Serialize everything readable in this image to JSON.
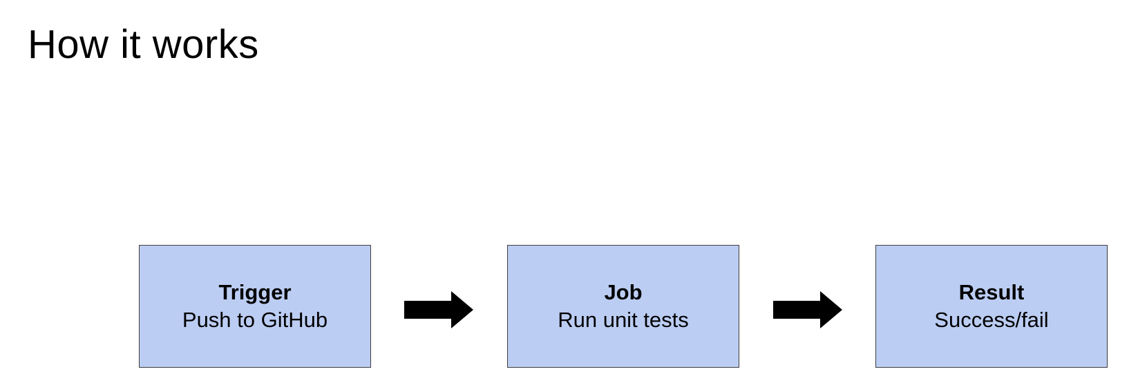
{
  "page": {
    "title": "How it works"
  },
  "colors": {
    "box_fill": "#bccdf3",
    "box_border": "#3c3c3c",
    "arrow": "#000000",
    "background": "#ffffff"
  },
  "flow": {
    "steps": [
      {
        "title": "Trigger",
        "description": "Push to GitHub"
      },
      {
        "title": "Job",
        "description": "Run unit tests"
      },
      {
        "title": "Result",
        "description": "Success/fail"
      }
    ],
    "connectors": [
      {
        "icon": "right-arrow-icon"
      },
      {
        "icon": "right-arrow-icon"
      }
    ]
  }
}
